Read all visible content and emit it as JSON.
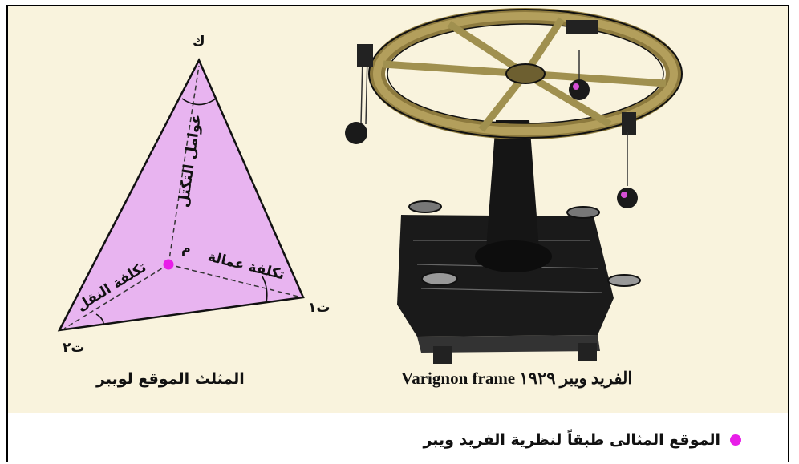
{
  "triangle": {
    "vertex_top": "ك",
    "vertex_right": "ت١",
    "vertex_bottom_left": "ت٢",
    "point_label": "م",
    "label_agglomeration": "عوامل التكتل",
    "label_labor_cost": "تكلفة عمالة",
    "label_transport_cost": "تكلفة النقل",
    "caption": "المثلث الموقع لويبر",
    "fill_color": "#e8b4f0",
    "point_color": "#e81ee8"
  },
  "photo": {
    "caption": "Varignon frame الفريد ويبر ١٩٢٩"
  },
  "legend": {
    "text": "الموقع المثالى طبقاً لنظرية الفريد ويبر",
    "color": "#e81ee8"
  }
}
